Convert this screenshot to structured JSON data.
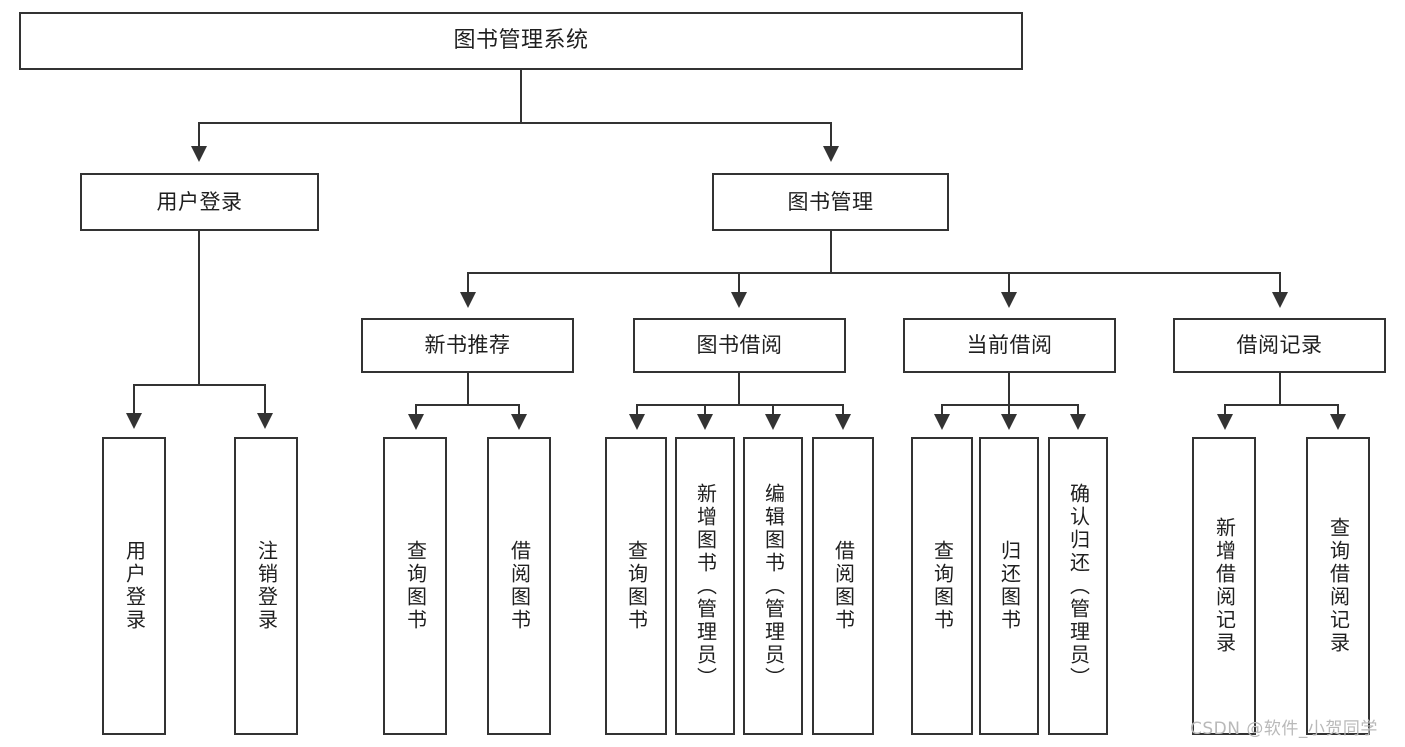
{
  "diagram": {
    "title": "图书管理系统",
    "type": "tree-hierarchy",
    "root": {
      "label": "图书管理系统"
    },
    "level2": [
      {
        "label": "用户登录"
      },
      {
        "label": "图书管理"
      }
    ],
    "level3": [
      {
        "label": "新书推荐"
      },
      {
        "label": "图书借阅"
      },
      {
        "label": "当前借阅"
      },
      {
        "label": "借阅记录"
      }
    ],
    "leaves": {
      "user_login": [
        {
          "label": "用户登录"
        },
        {
          "label": "注销登录"
        }
      ],
      "new_book_recommend": [
        {
          "label": "查询图书"
        },
        {
          "label": "借阅图书"
        }
      ],
      "book_borrow": [
        {
          "label": "查询图书"
        },
        {
          "label": "新增图书（管理员）"
        },
        {
          "label": "编辑图书（管理员）"
        },
        {
          "label": "借阅图书"
        }
      ],
      "current_borrow": [
        {
          "label": "查询图书"
        },
        {
          "label": "归还图书"
        },
        {
          "label": "确认归还（管理员）"
        }
      ],
      "borrow_record": [
        {
          "label": "新增借阅记录"
        },
        {
          "label": "查询借阅记录"
        }
      ]
    }
  },
  "watermark": {
    "text": "CSDN @软件_小贺同学"
  },
  "colors": {
    "stroke": "#333333",
    "text": "#1f1f1f",
    "background": "#ffffff",
    "watermark": "#b9b9b9"
  }
}
